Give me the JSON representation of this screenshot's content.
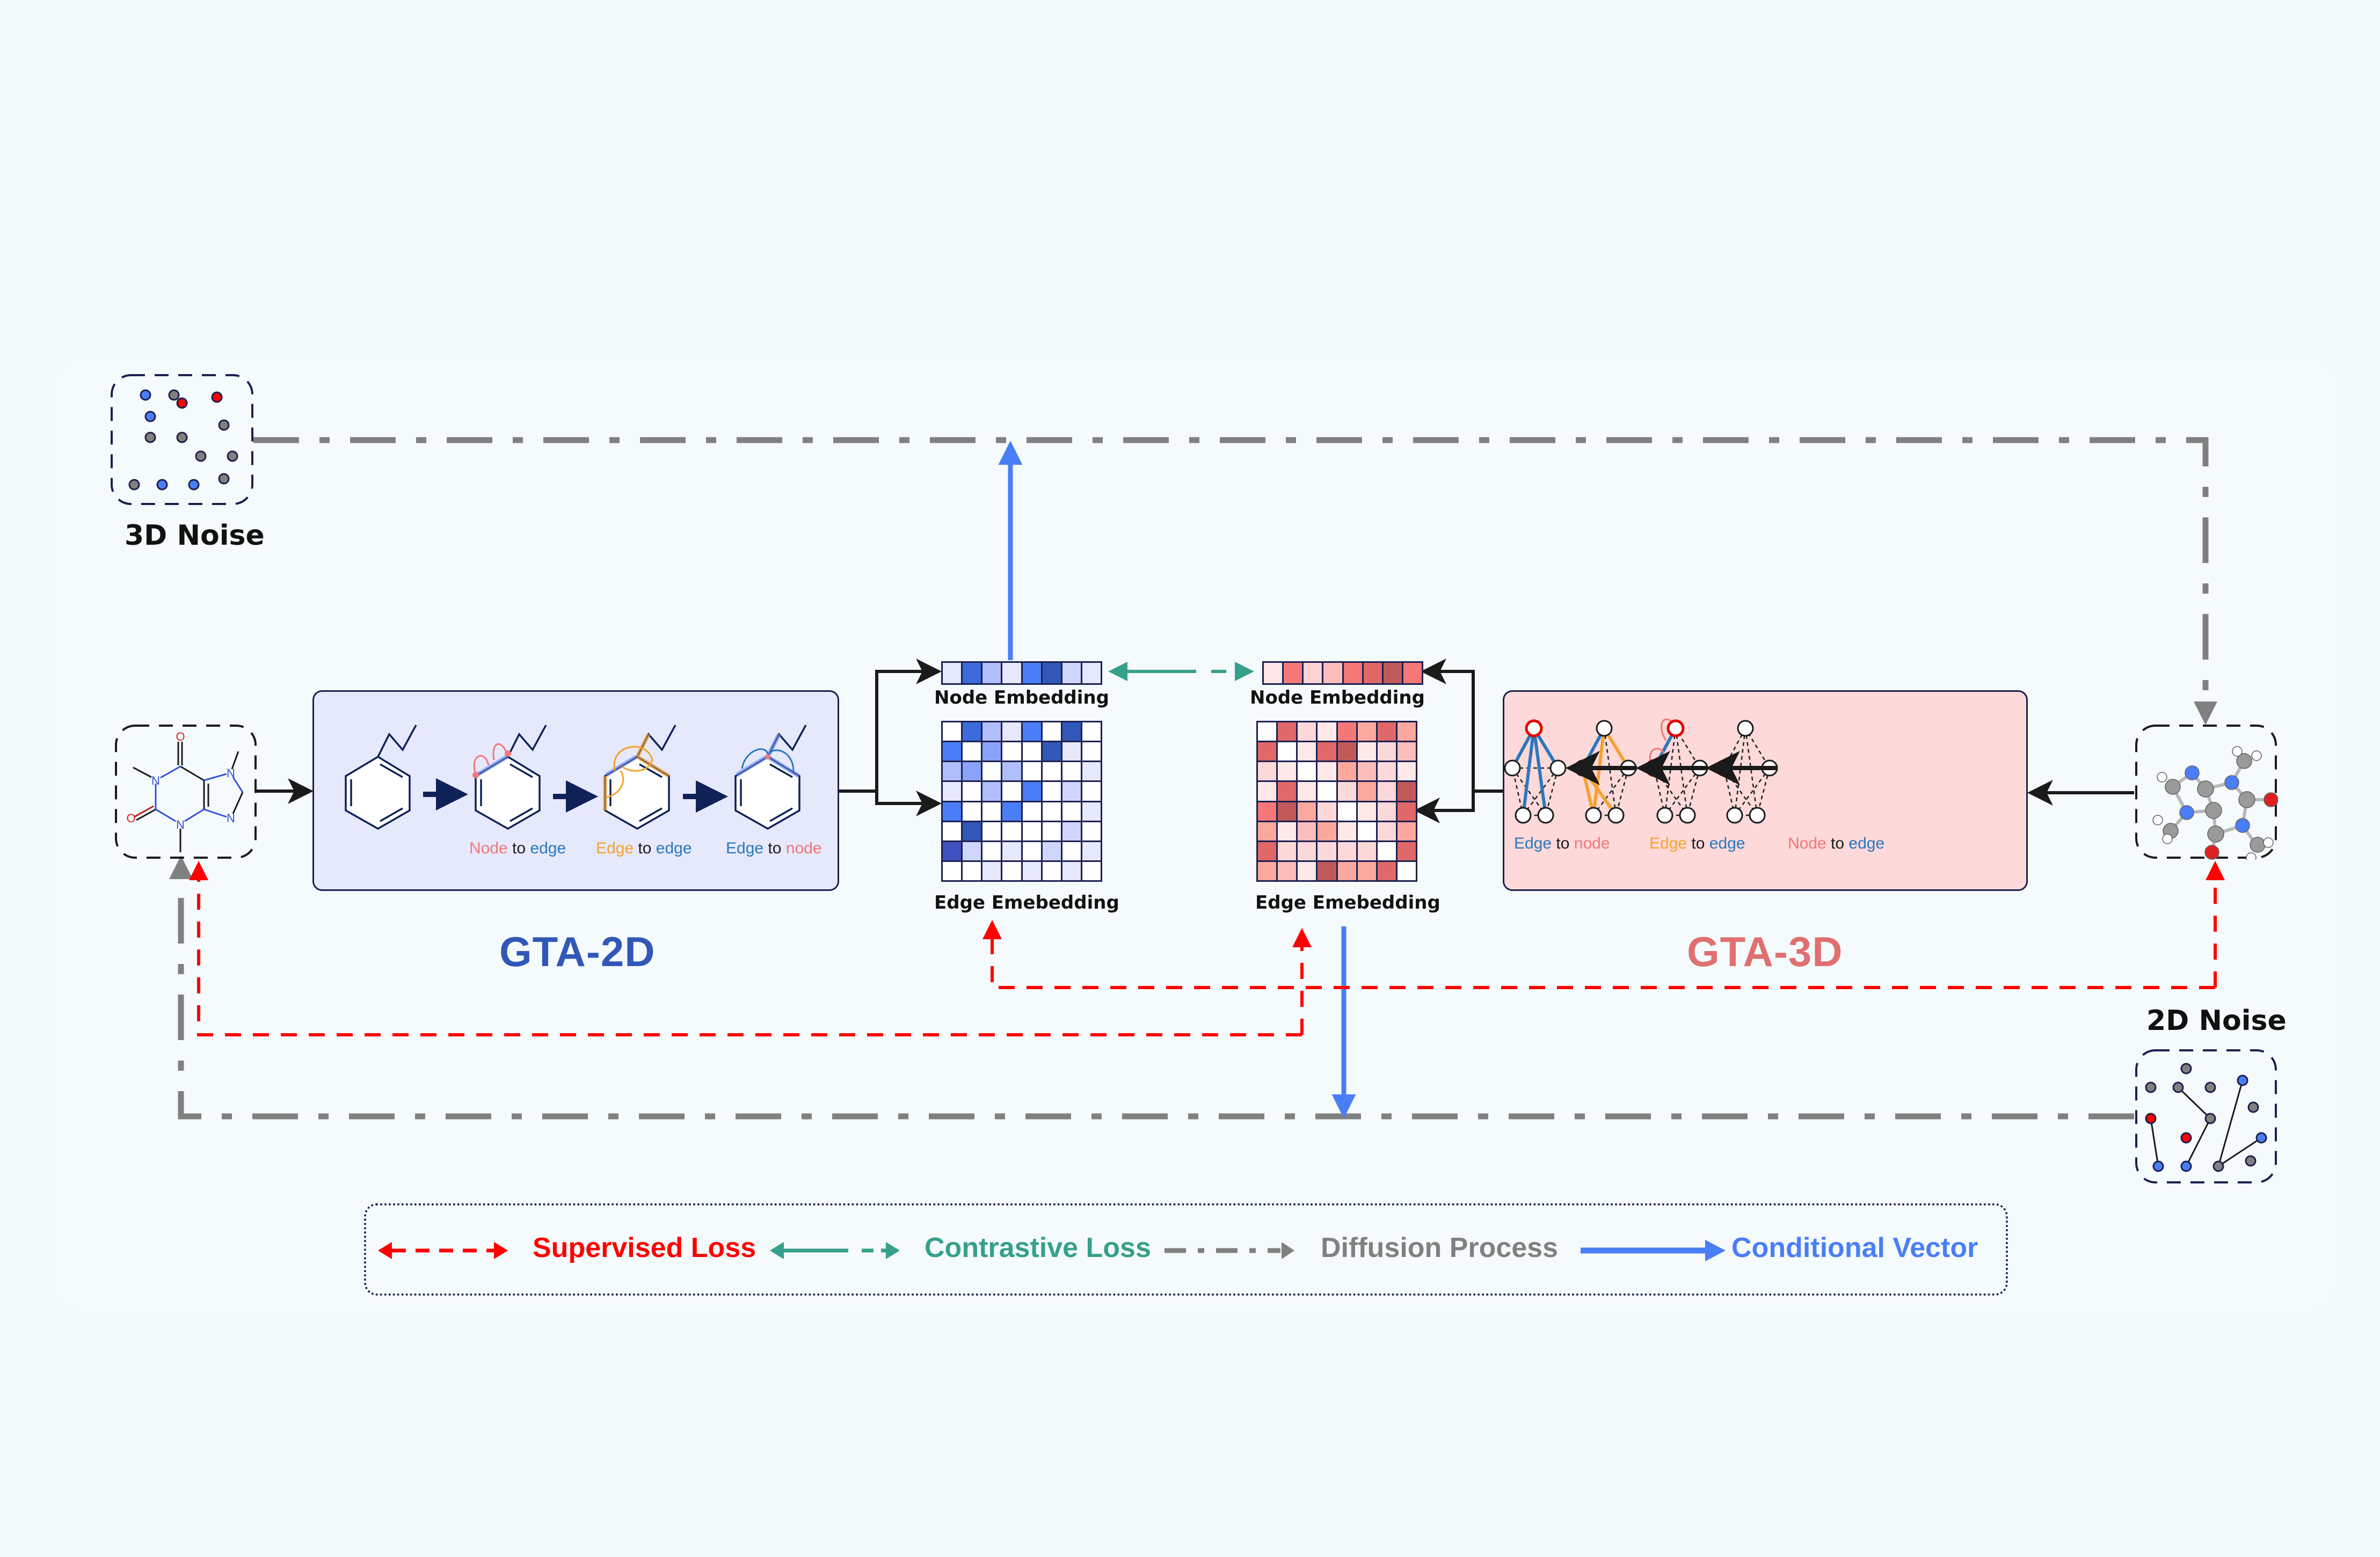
{
  "noise3d": {
    "label": "3D Noise"
  },
  "noise2d": {
    "label": "2D Noise"
  },
  "gta2d": {
    "title": "GTA-2D",
    "title_color": "#3158b8",
    "panel_bg": "#e6e9fb",
    "steps": [
      {
        "a": "Node",
        "a_color": "#f07878",
        "mid": " to ",
        "b": "edge",
        "b_color": "#2a77c0"
      },
      {
        "a": "Edge",
        "a_color": "#f5a22e",
        "mid": " to ",
        "b": "edge",
        "b_color": "#2a77c0"
      },
      {
        "a": "Edge",
        "a_color": "#2a77c0",
        "mid": " to ",
        "b": "node",
        "b_color": "#f07878"
      }
    ]
  },
  "gta3d": {
    "title": "GTA-3D",
    "title_color": "#e07070",
    "panel_bg": "#fdd9d9",
    "steps": [
      {
        "a": "Edge",
        "a_color": "#2a77c0",
        "mid": " to ",
        "b": "node",
        "b_color": "#f07878"
      },
      {
        "a": "Edge",
        "a_color": "#f5a22e",
        "mid": " to ",
        "b": "edge",
        "b_color": "#2a77c0"
      },
      {
        "a": "Node",
        "a_color": "#f07878",
        "mid": " to ",
        "b": "edge",
        "b_color": "#2a77c0"
      }
    ]
  },
  "embeddings_2d": {
    "node_label": "Node Embedding",
    "edge_label": "Edge Emebedding",
    "node": [
      "#e6e8fb",
      "#3d6bdc",
      "#b0bffb",
      "#e6e8fb",
      "#4a7ef7",
      "#3158b8",
      "#cfd6fb",
      "#e6e8fb"
    ],
    "edge": [
      [
        "#ffffff",
        "#3d6bdc",
        "#b0bffb",
        "#e6e8fb",
        "#4a7ef7",
        "#ffffff",
        "#3158b8",
        "#ffffff"
      ],
      [
        "#4a7ef7",
        "#ffffff",
        "#8aa2fa",
        "#ffffff",
        "#ffffff",
        "#3158b8",
        "#e6e8fb",
        "#ffffff"
      ],
      [
        "#b0bffb",
        "#8aa2fa",
        "#ffffff",
        "#b0bffb",
        "#ffffff",
        "#ffffff",
        "#ffffff",
        "#e6e8fb"
      ],
      [
        "#e6e8fb",
        "#ffffff",
        "#b0bffb",
        "#ffffff",
        "#4a7ef7",
        "#ffffff",
        "#cfd6fb",
        "#ffffff"
      ],
      [
        "#4a7ef7",
        "#ffffff",
        "#ffffff",
        "#4a7ef7",
        "#ffffff",
        "#ffffff",
        "#ffffff",
        "#e6e8fb"
      ],
      [
        "#ffffff",
        "#3158b8",
        "#ffffff",
        "#ffffff",
        "#ffffff",
        "#ffffff",
        "#cfd6fb",
        "#ffffff"
      ],
      [
        "#4050c0",
        "#cfd6fb",
        "#ffffff",
        "#e6e8fb",
        "#ffffff",
        "#cfd6fb",
        "#ffffff",
        "#e6e8fb"
      ],
      [
        "#ffffff",
        "#ffffff",
        "#e6e8fb",
        "#ffffff",
        "#e6e8fb",
        "#ffffff",
        "#e6e8fb",
        "#ffffff"
      ]
    ]
  },
  "embeddings_3d": {
    "node_label": "Node Embedding",
    "edge_label": "Edge Emebedding",
    "node": [
      "#ffe6e6",
      "#f47878",
      "#fdd2d2",
      "#fbbcbc",
      "#f47878",
      "#e06868",
      "#c05a5a",
      "#f47878"
    ],
    "edge": [
      [
        "#ffffff",
        "#e06868",
        "#fdd8d8",
        "#ffe8e8",
        "#f47878",
        "#fba89e",
        "#e06868",
        "#fba89e"
      ],
      [
        "#e06868",
        "#ffffff",
        "#ffe8e8",
        "#e06868",
        "#c05a5a",
        "#ffe8e8",
        "#fdd8d8",
        "#fbbcbc"
      ],
      [
        "#fdd8d8",
        "#ffe8e8",
        "#ffffff",
        "#ffe8e8",
        "#fba89e",
        "#fbbcbc",
        "#fdd8d8",
        "#ffe8e8"
      ],
      [
        "#ffe8e8",
        "#e06868",
        "#ffe8e8",
        "#ffffff",
        "#fdd8d8",
        "#fba89e",
        "#fdd8d8",
        "#c05a5a"
      ],
      [
        "#f47878",
        "#c05a5a",
        "#fba89e",
        "#fdd8d8",
        "#ffffff",
        "#ffe8e8",
        "#fdd8d8",
        "#e06868"
      ],
      [
        "#fba89e",
        "#ffe8e8",
        "#fbbcbc",
        "#fba89e",
        "#ffe8e8",
        "#ffffff",
        "#fdd8d8",
        "#fba89e"
      ],
      [
        "#e06868",
        "#fdd8d8",
        "#fdd8d8",
        "#fdd8d8",
        "#fdd8d8",
        "#fdd8d8",
        "#ffffff",
        "#e06868"
      ],
      [
        "#fba89e",
        "#fbbcbc",
        "#ffe8e8",
        "#c05a5a",
        "#fba89e",
        "#fba89e",
        "#e06868",
        "#ffffff"
      ]
    ]
  },
  "molecule_2d": {
    "atoms": [
      "O",
      "N",
      "N",
      "N",
      "N",
      "O"
    ]
  },
  "legend": {
    "items": [
      {
        "label": "Supervised Loss",
        "color": "#ff0000",
        "style": "dashed-bidirectional"
      },
      {
        "label": "Contrastive Loss",
        "color": "#36a08a",
        "style": "solid-dashed-bidirectional"
      },
      {
        "label": "Diffusion Process",
        "color": "#808080",
        "style": "dash-dot"
      },
      {
        "label": "Conditional Vector",
        "color": "#4a7ef7",
        "style": "solid"
      }
    ]
  },
  "colors": {
    "supervised": "#ff0000",
    "contrastive": "#36a08a",
    "diffusion": "#808080",
    "conditional": "#4a7ef7",
    "atom_blue": "#4a7ef7",
    "atom_gray": "#808080",
    "atom_red": "#ff0000"
  }
}
